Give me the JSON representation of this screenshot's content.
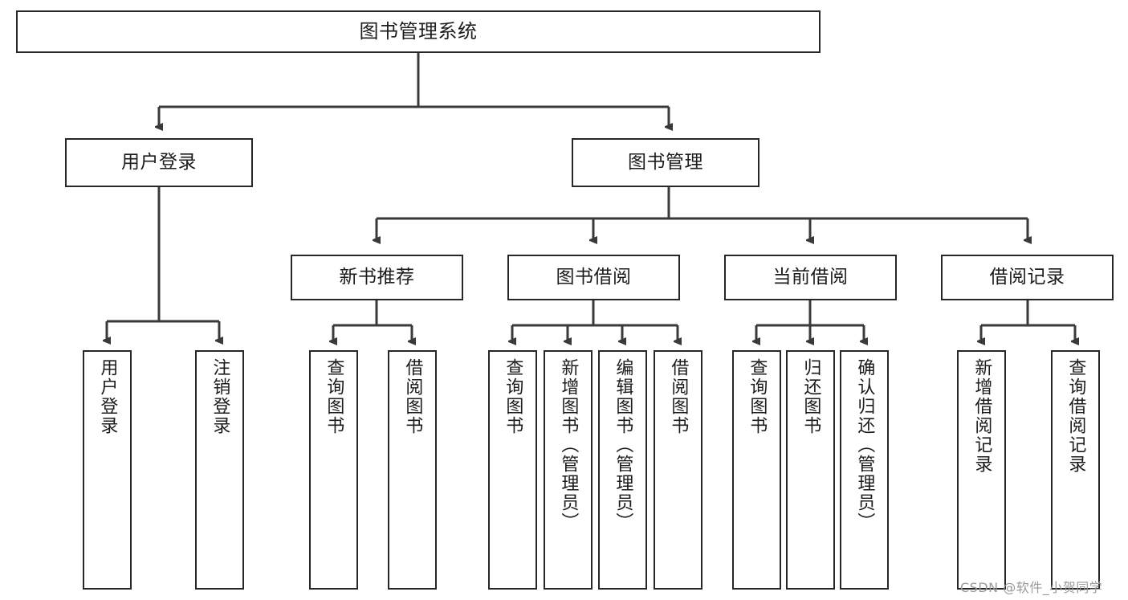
{
  "diagram": {
    "type": "hierarchy-tree",
    "title": "图书管理系统",
    "watermark": "CSDN @软件_小贺同学",
    "colors": {
      "box_border": "#27272a",
      "box_fill": "#ffffff",
      "edge": "#3a3a3a",
      "text": "#1c1c1c",
      "watermark": "#9a9a9a"
    },
    "nodes": {
      "root": {
        "label": "图书管理系统"
      },
      "level2": [
        {
          "id": "user-login",
          "label": "用户登录"
        },
        {
          "id": "book-manage",
          "label": "图书管理"
        }
      ],
      "level3": [
        {
          "id": "new-book-recommend",
          "label": "新书推荐"
        },
        {
          "id": "book-borrow",
          "label": "图书借阅"
        },
        {
          "id": "current-borrow",
          "label": "当前借阅"
        },
        {
          "id": "borrow-record",
          "label": "借阅记录"
        }
      ],
      "leaves": {
        "user_login": [
          {
            "id": "leaf-user-login",
            "label": "用户登录"
          },
          {
            "id": "leaf-logout",
            "label": "注销登录"
          }
        ],
        "new_book_recommend": [
          {
            "id": "leaf-query-book-1",
            "label": "查询图书"
          },
          {
            "id": "leaf-borrow-book-1",
            "label": "借阅图书"
          }
        ],
        "book_borrow": [
          {
            "id": "leaf-query-book-2",
            "label": "查询图书"
          },
          {
            "id": "leaf-add-book",
            "label": "新增图书（管理员）"
          },
          {
            "id": "leaf-edit-book",
            "label": "编辑图书（管理员）"
          },
          {
            "id": "leaf-borrow-book-2",
            "label": "借阅图书"
          }
        ],
        "current_borrow": [
          {
            "id": "leaf-query-book-3",
            "label": "查询图书"
          },
          {
            "id": "leaf-return-book",
            "label": "归还图书"
          },
          {
            "id": "leaf-confirm-return",
            "label": "确认归还（管理员）"
          }
        ],
        "borrow_record": [
          {
            "id": "leaf-add-record",
            "label": "新增借阅记录"
          },
          {
            "id": "leaf-query-record",
            "label": "查询借阅记录"
          }
        ]
      }
    }
  }
}
